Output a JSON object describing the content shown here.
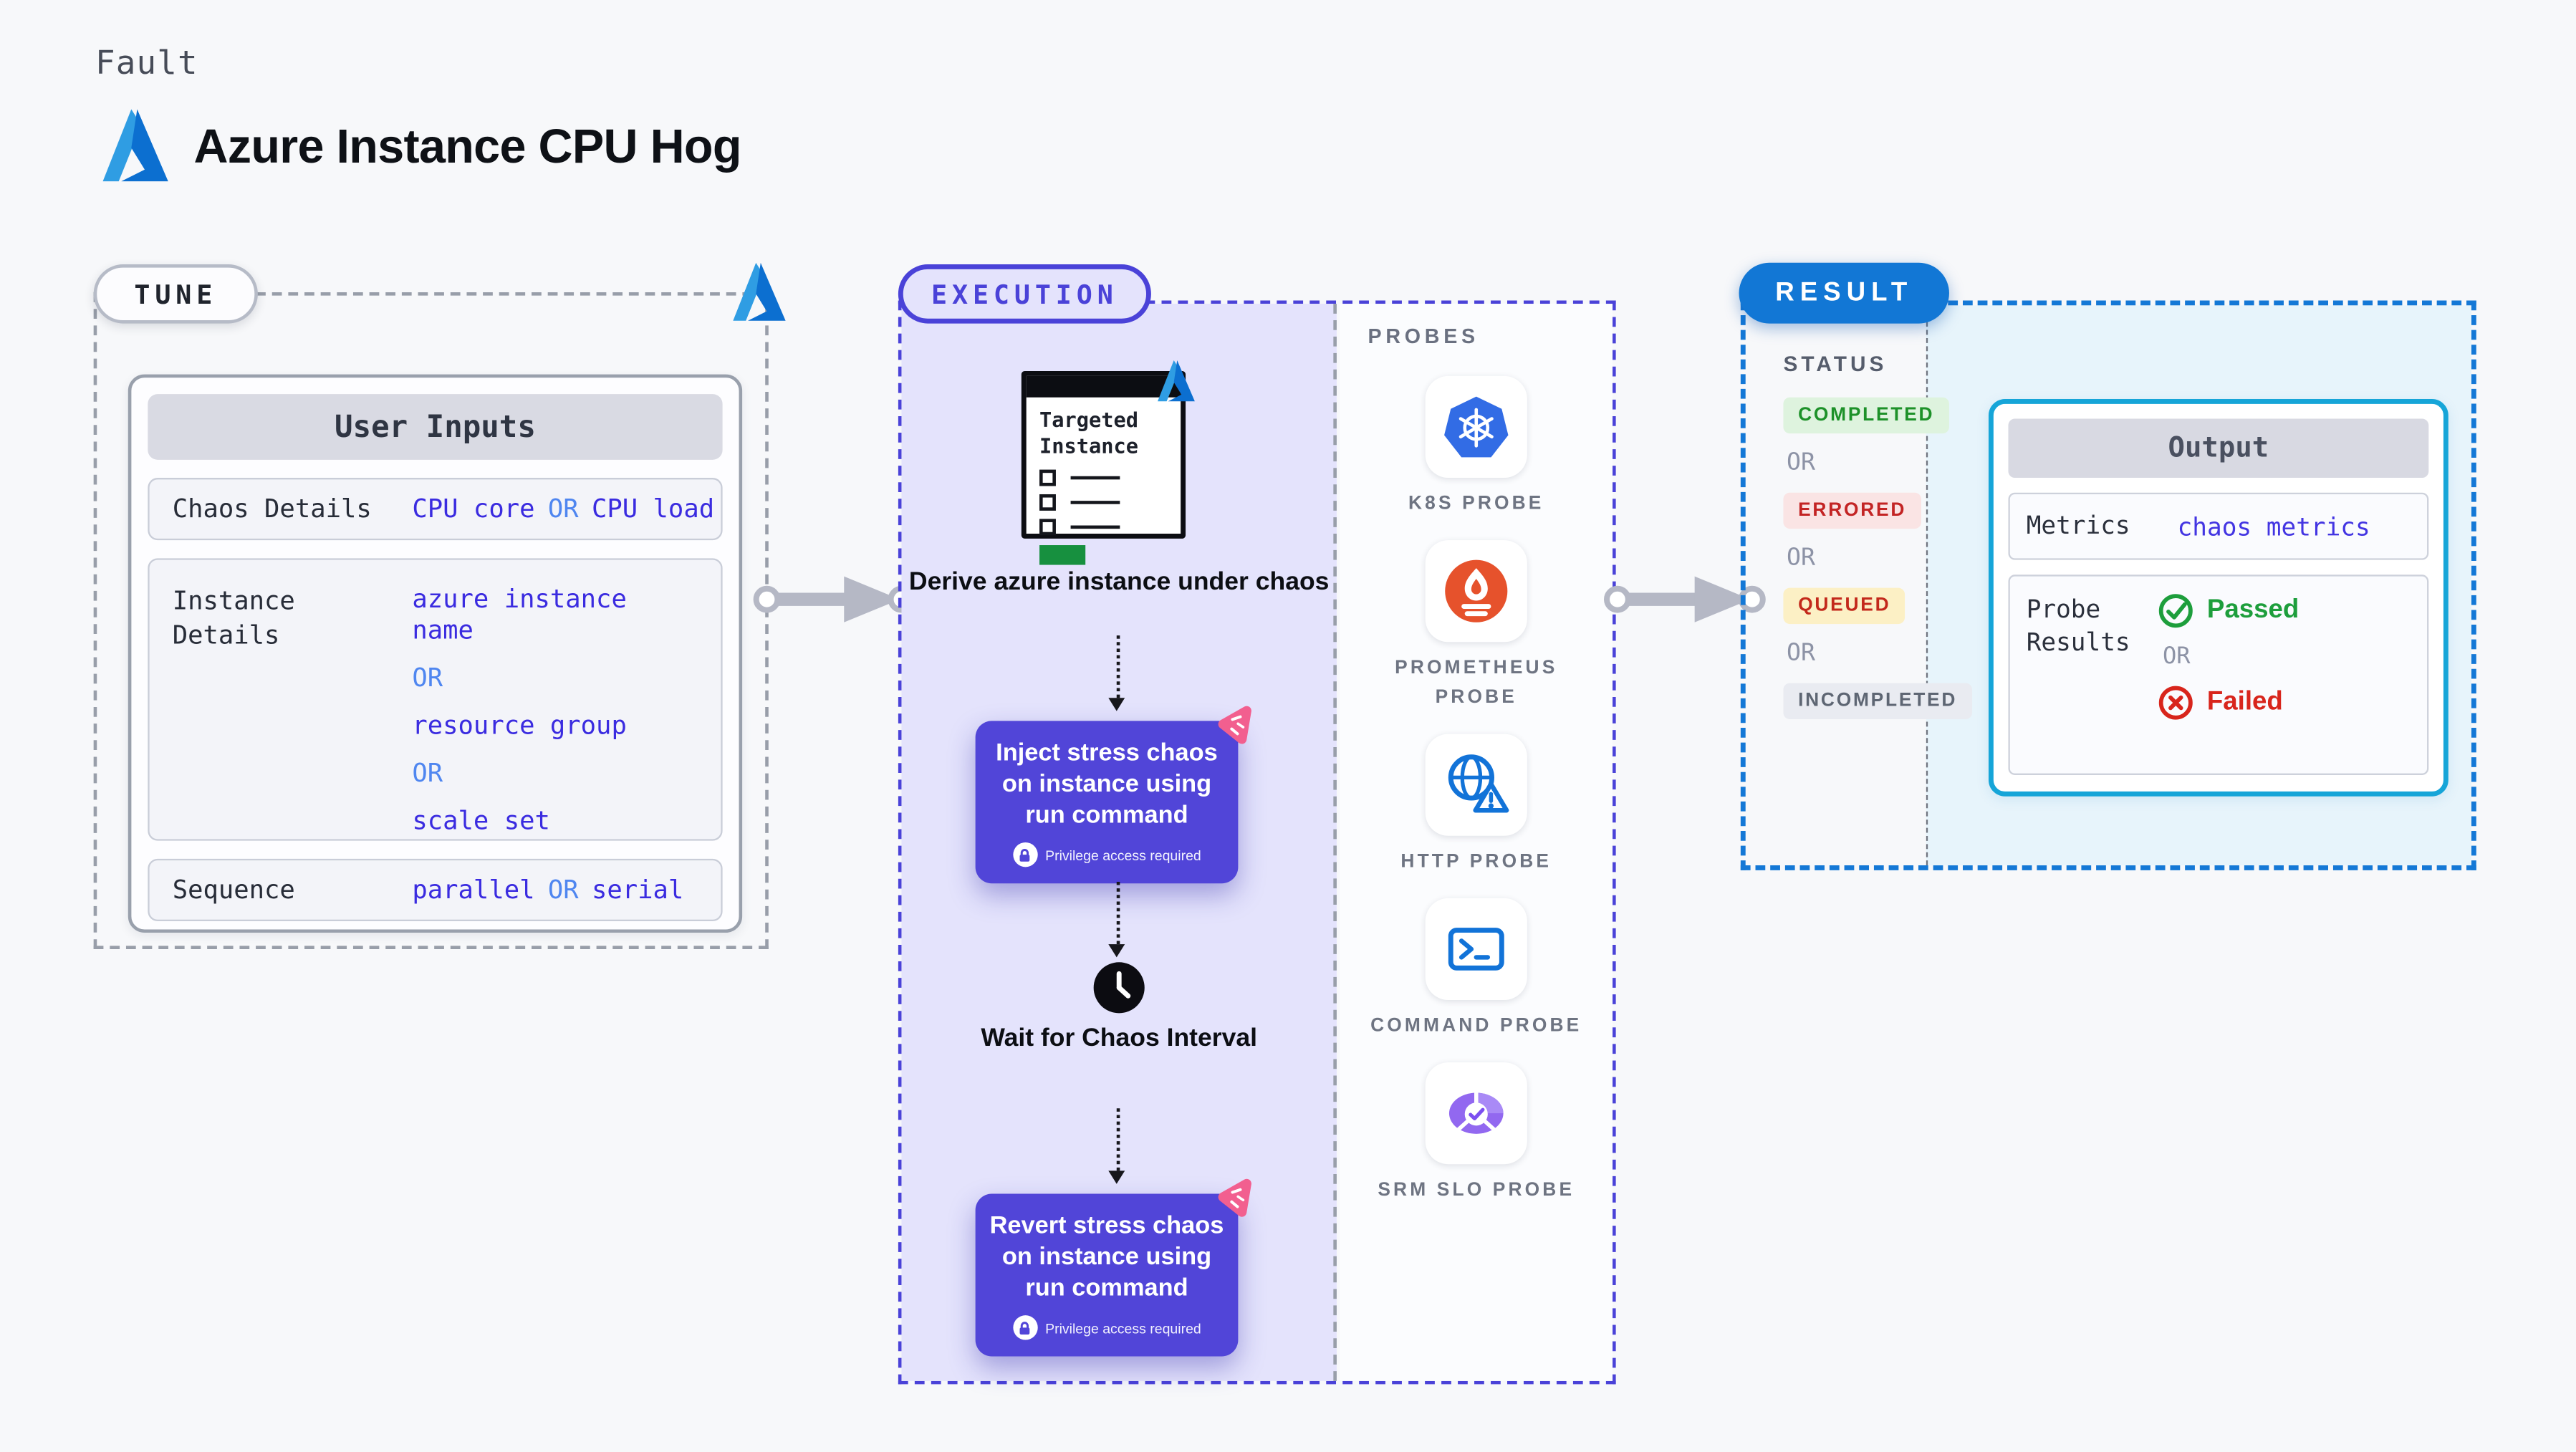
{
  "header": {
    "kicker": "Fault",
    "title": "Azure Instance CPU Hog"
  },
  "tune": {
    "badge": "TUNE",
    "card_header": "User Inputs",
    "chaos_row": {
      "label": "Chaos Details",
      "v1": "CPU core",
      "or": "OR",
      "v2": "CPU load"
    },
    "instance_row": {
      "label": "Instance Details",
      "v1": "azure instance name",
      "or1": "OR",
      "v2": "resource group",
      "or2": "OR",
      "v3": "scale set"
    },
    "sequence_row": {
      "label": "Sequence",
      "v1": "parallel",
      "or": "OR",
      "v2": "serial"
    }
  },
  "execution": {
    "badge": "EXECUTION",
    "window_title": "Targeted Instance",
    "derive_caption": "Derive azure instance under chaos",
    "inject_caption": "Inject stress chaos on instance using run command",
    "privilege_note": "Privilege access required",
    "wait_caption": "Wait for Chaos Interval",
    "revert_caption": "Revert stress chaos on instance using run command"
  },
  "probes": {
    "panel_label": "PROBES",
    "items": [
      {
        "label": "K8S PROBE",
        "icon": "kubernetes-icon"
      },
      {
        "label": "PROMETHEUS PROBE",
        "icon": "prometheus-icon"
      },
      {
        "label": "HTTP PROBE",
        "icon": "http-globe-icon"
      },
      {
        "label": "COMMAND PROBE",
        "icon": "terminal-icon"
      },
      {
        "label": "SRM SLO PROBE",
        "icon": "slo-donut-icon"
      }
    ]
  },
  "result": {
    "badge": "RESULT",
    "status_label": "STATUS",
    "or": "OR",
    "statuses": [
      {
        "label": "COMPLETED",
        "state": "completed"
      },
      {
        "label": "ERRORED",
        "state": "errored"
      },
      {
        "label": "QUEUED",
        "state": "queued"
      },
      {
        "label": "INCOMPLETED",
        "state": "incompleted"
      }
    ],
    "output": {
      "header": "Output",
      "metrics_label": "Metrics",
      "metrics_value": "chaos metrics",
      "probe_results_label": "Probe Results",
      "passed": "Passed",
      "or": "OR",
      "failed": "Failed"
    }
  },
  "colors": {
    "accent_indigo": "#4a42d8",
    "step_fill": "#5145d8",
    "result_blue": "#1277d5",
    "output_border": "#16a5d8",
    "value_text": "#3a2be0",
    "or_value_text": "#4f86f0",
    "passed_green": "#1d9e3c",
    "failed_red": "#d8251c",
    "pink_badge": "#f25f8f",
    "azure_blue": "#0c6fd0"
  }
}
